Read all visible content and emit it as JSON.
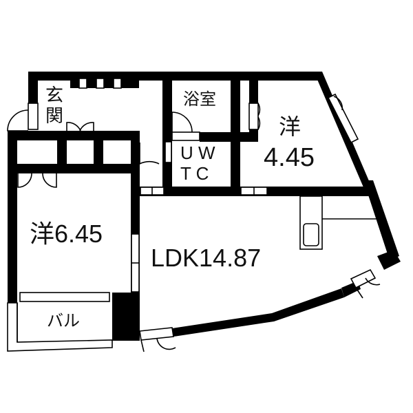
{
  "floorplan": {
    "colors": {
      "wall": "#000000",
      "background": "#ffffff",
      "text": "#111111"
    },
    "rooms": {
      "entrance": {
        "label_line1": "玄",
        "label_line2": "関"
      },
      "bath": {
        "label": "浴室"
      },
      "toilet": {
        "label_line1": "U  W",
        "label_line2": "T  C"
      },
      "western_room_1": {
        "kanji": "洋",
        "area": "4.45"
      },
      "western_room_2": {
        "kanji": "洋",
        "area": "6.45"
      },
      "ldk": {
        "label": "LDK",
        "area": "14.87"
      },
      "balcony": {
        "label": "バル"
      }
    }
  }
}
